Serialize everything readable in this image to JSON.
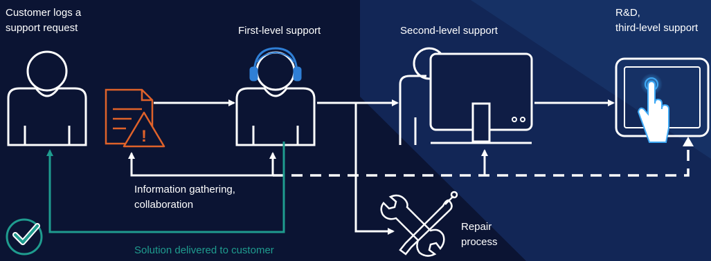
{
  "diagram": {
    "customer": {
      "label_line1": "Customer logs a",
      "label_line2": "support request"
    },
    "first_level": {
      "label": "First-level support"
    },
    "second_level": {
      "label": "Second-level support"
    },
    "third_level": {
      "label_line1": "R&D,",
      "label_line2": "third-level support"
    },
    "info_gathering": {
      "label_line1": "Information gathering,",
      "label_line2": "collaboration"
    },
    "repair": {
      "label_line1": "Repair",
      "label_line2": "process"
    },
    "solution": {
      "label": "Solution delivered to customer"
    }
  },
  "colors": {
    "background": "#0b1433",
    "background_stripe": "#16305e",
    "line": "#ffffff",
    "ticket_orange": "#e0622a",
    "teal": "#1f9c8f",
    "headset_blue": "#2f7fd6",
    "touch_glow": "#3fa9f5"
  },
  "icons": {
    "customer": "person-icon",
    "ticket": "warning-document-icon",
    "first_level": "headset-person-icon",
    "second_level": "person-at-monitor-icon",
    "third_level": "touch-tablet-icon",
    "repair": "wrench-screwdriver-icon",
    "solution": "checkmark-badge-icon"
  }
}
